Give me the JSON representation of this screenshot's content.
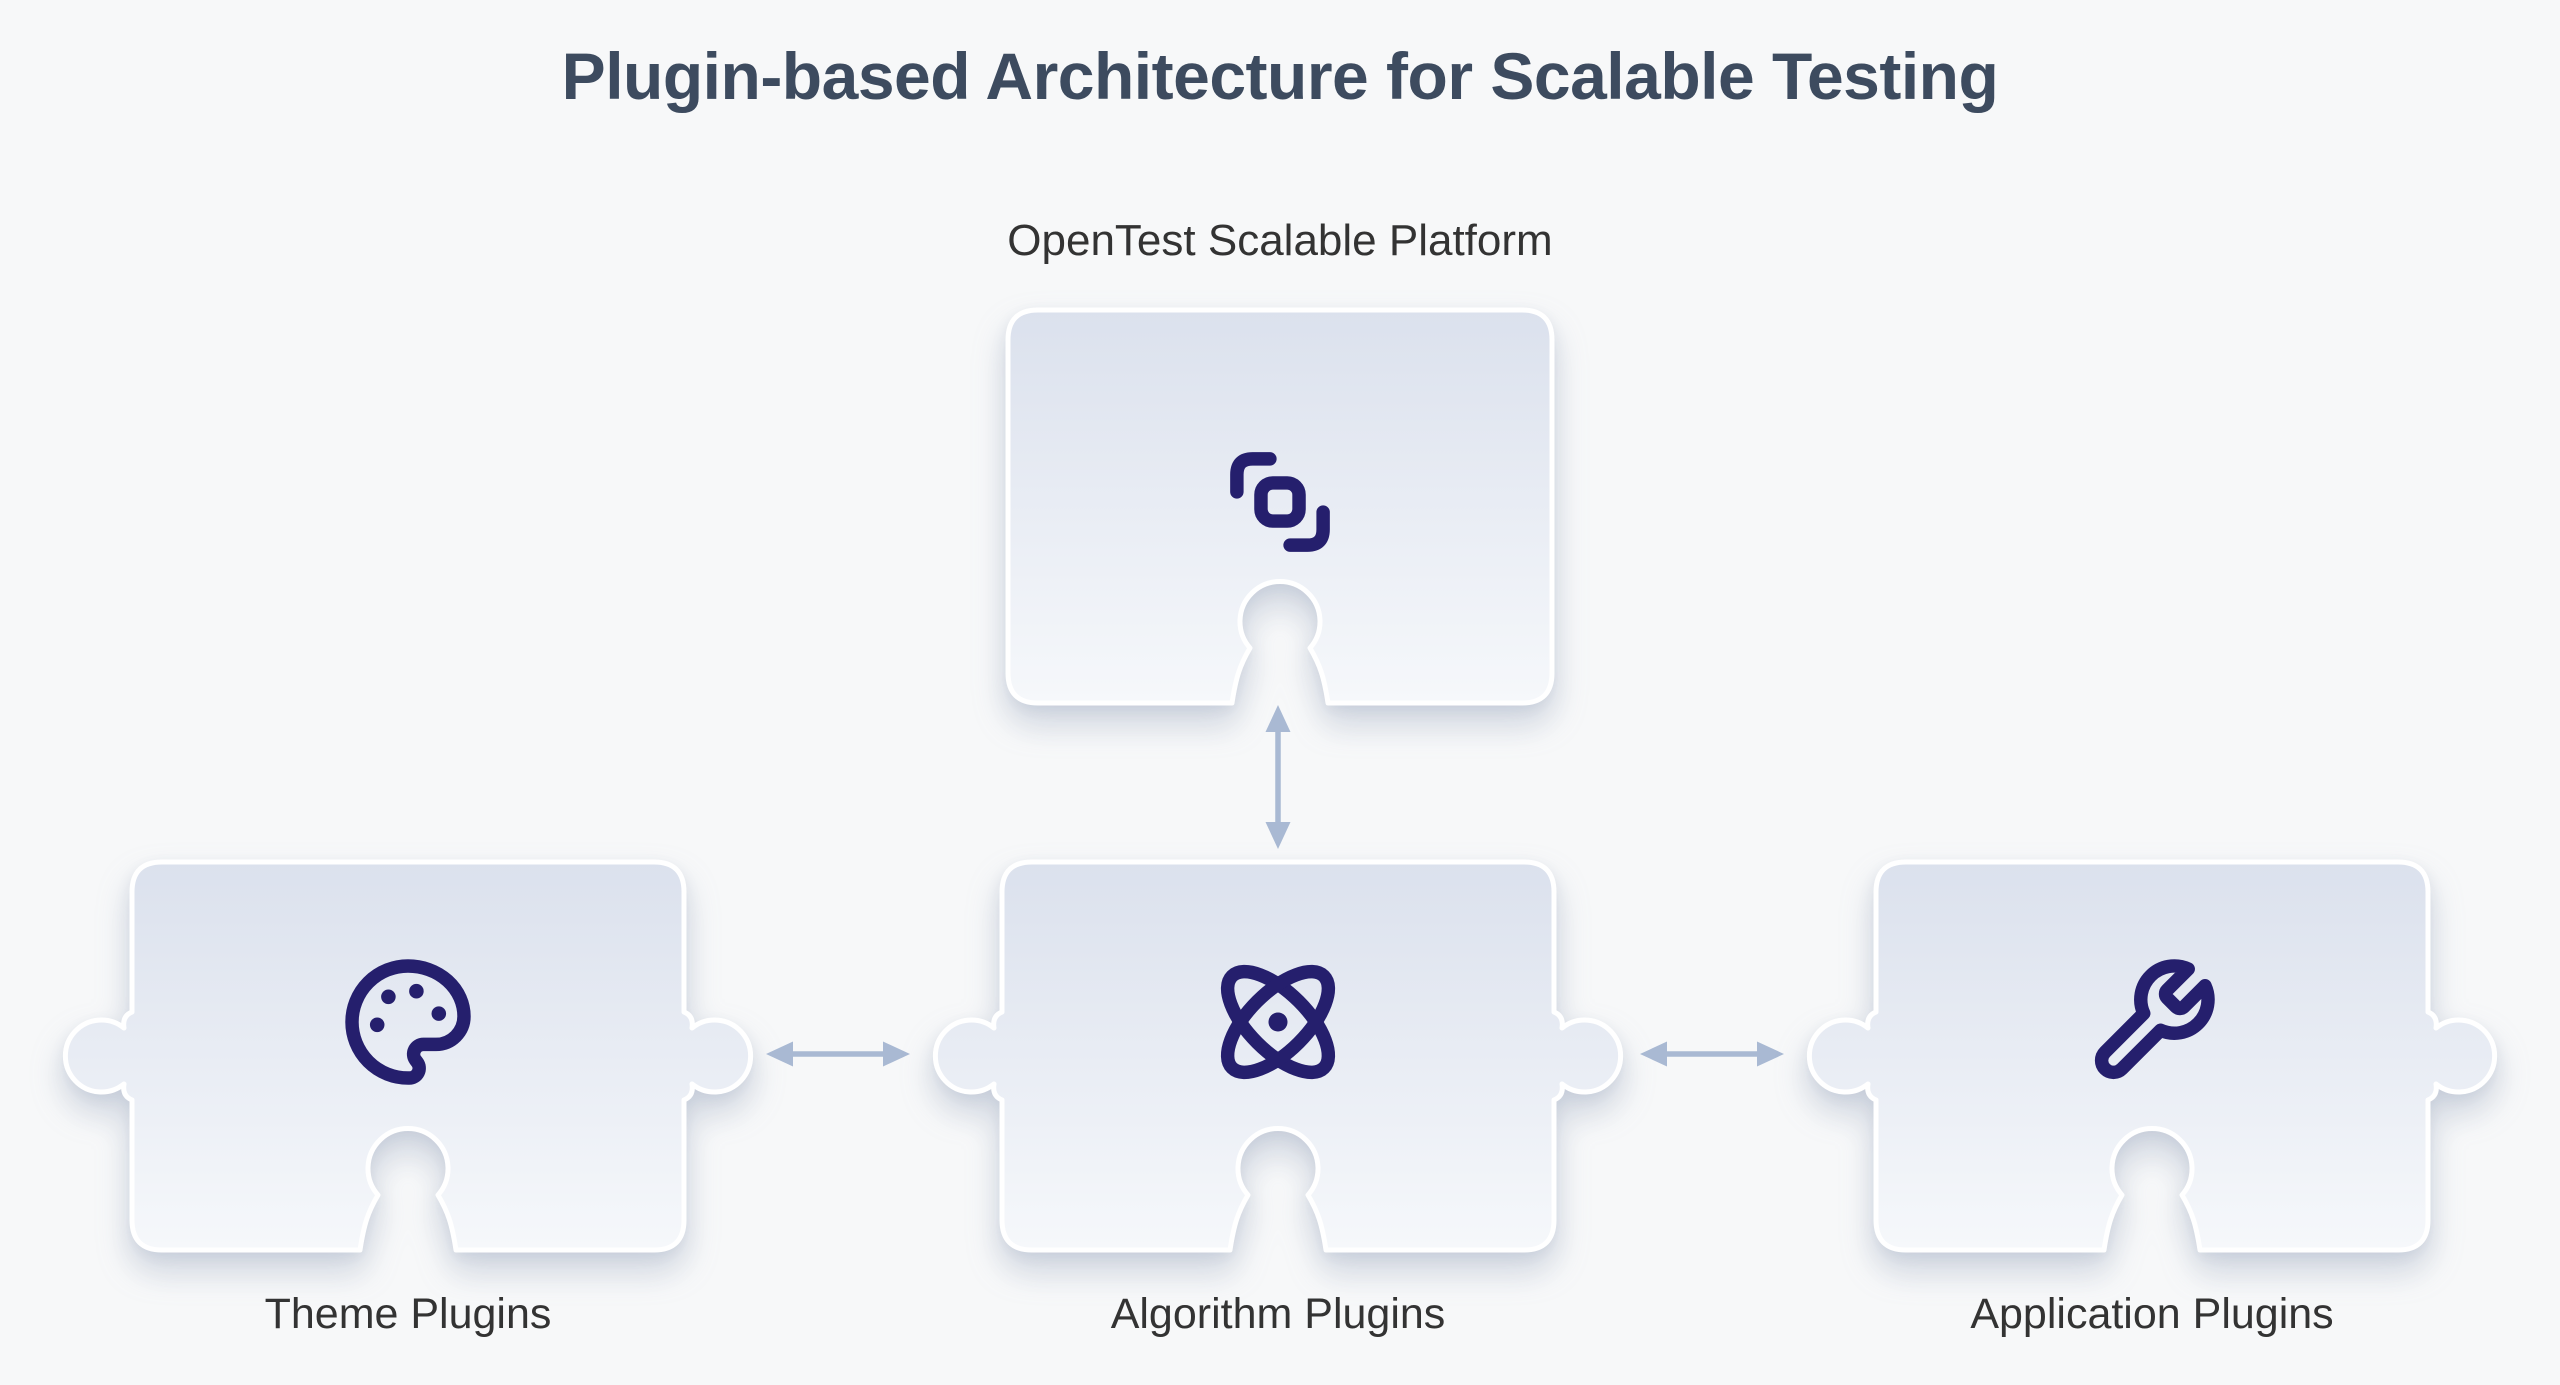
{
  "title": "Plugin-based Architecture for Scalable Testing",
  "platform": {
    "label": "OpenTest Scalable Platform",
    "icon": "link-blocks-icon"
  },
  "plugins": [
    {
      "label": "Theme Plugins",
      "icon": "palette-icon"
    },
    {
      "label": "Algorithm Plugins",
      "icon": "atom-icon"
    },
    {
      "label": "Application Plugins",
      "icon": "wrench-icon"
    }
  ],
  "connections": [
    {
      "from": "OpenTest Scalable Platform",
      "to": "Algorithm Plugins",
      "type": "bidirectional-arrow",
      "orientation": "vertical"
    },
    {
      "from": "Theme Plugins",
      "to": "Algorithm Plugins",
      "type": "bidirectional-arrow",
      "orientation": "horizontal"
    },
    {
      "from": "Algorithm Plugins",
      "to": "Application Plugins",
      "type": "bidirectional-arrow",
      "orientation": "horizontal"
    }
  ],
  "colors": {
    "background": "#f7f8f9",
    "title_text": "#3d4b5f",
    "label_text": "#333333",
    "icon": "#251f6d",
    "arrow": "#a9b9d3",
    "piece_fill_top": "#dbe1ed",
    "piece_fill_bottom": "#f6f8fb",
    "piece_border": "#ffffff"
  }
}
